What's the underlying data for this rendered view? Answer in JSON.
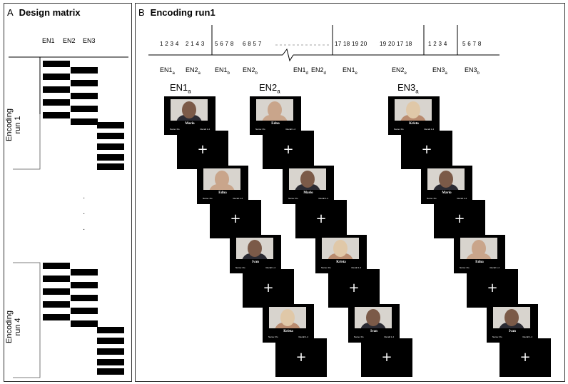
{
  "panel_a": {
    "letter": "A",
    "title": "Design matrix",
    "columns": [
      "EN1",
      "EN2",
      "EN3"
    ],
    "run1_label_line1": "Encoding",
    "run1_label_line2": "run 1",
    "run4_label_line1": "Encoding",
    "run4_label_line2": "run 4",
    "ellipsis": [
      "·",
      "·",
      "·"
    ]
  },
  "panel_b": {
    "letter": "B",
    "title": "Encoding run1",
    "timeline_numbers": [
      "1 2 3 4",
      "2 1 4 3",
      "5 6 7 8",
      "6 8 5 7",
      "17 18 19 20",
      "19 20 17 18",
      "1 2 3 4",
      "5 6 7 8"
    ],
    "conditions": [
      {
        "base": "EN1",
        "sub": "a"
      },
      {
        "base": "EN2",
        "sub": "a"
      },
      {
        "base": "EN1",
        "sub": "b"
      },
      {
        "base": "EN2",
        "sub": "b"
      },
      {
        "base": "EN1",
        "sub": "d"
      },
      {
        "base": "EN2",
        "sub": "d"
      },
      {
        "base": "EN1",
        "sub": "e"
      },
      {
        "base": "EN2",
        "sub": "e"
      },
      {
        "base": "EN3",
        "sub": "a"
      },
      {
        "base": "EN3",
        "sub": "b"
      }
    ],
    "columns": [
      {
        "base": "EN1",
        "sub": "a"
      },
      {
        "base": "EN2",
        "sub": "a"
      },
      {
        "base": "EN3",
        "sub": "a"
      }
    ],
    "fixation_symbol": "+",
    "card_meta_left": "Name: Ro",
    "card_meta_right": "Recall 1-4",
    "sequences": [
      [
        "Mario",
        "Edna",
        "Ivan",
        "Krista"
      ],
      [
        "Edna",
        "Mario",
        "Krista",
        "Ivan"
      ],
      [
        "Krista",
        "Mario",
        "Edna",
        "Ivan"
      ]
    ]
  },
  "colors": {
    "card_bg": "#000000",
    "face_bg": "#d8d4ce",
    "dark_hair_man": "#7b5a48",
    "old_woman": "#c9a58b",
    "blonde": "#e0c8a8",
    "suit": "#2b2b33"
  }
}
